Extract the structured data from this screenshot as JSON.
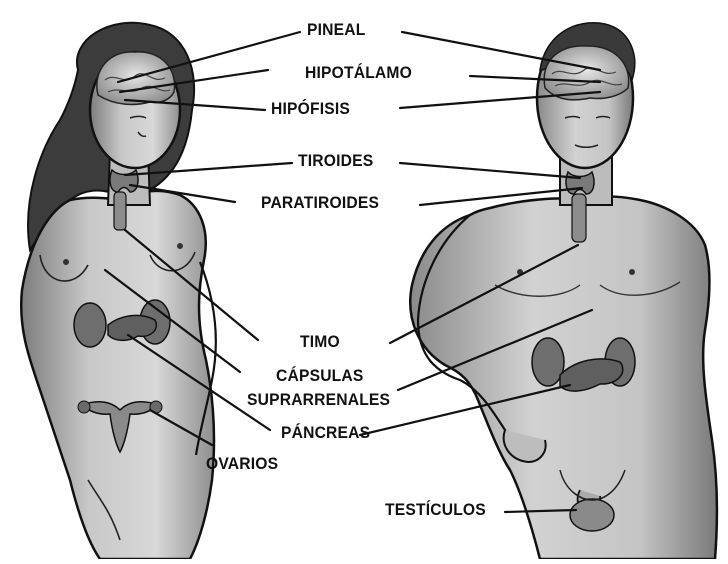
{
  "labels": {
    "pineal": "PINEAL",
    "hipotalamo": "HIPOTÁLAMO",
    "hipofisis": "HIPÓFISIS",
    "tiroides": "TIROIDES",
    "paratiroides": "PARATIROIDES",
    "timo": "TIMO",
    "capsulas_1": "CÁPSULAS",
    "capsulas_2": "SUPRARRENALES",
    "pancreas": "PÁNCREAS",
    "ovarios": "OVARIOS",
    "testiculos": "TESTÍCULOS"
  },
  "colors": {
    "skin_light": "#cfcfcf",
    "skin_dark": "#8a8a8a",
    "outline": "#1a1a1a",
    "hair": "#3a3a3a",
    "organ": "#6e6e6e"
  }
}
